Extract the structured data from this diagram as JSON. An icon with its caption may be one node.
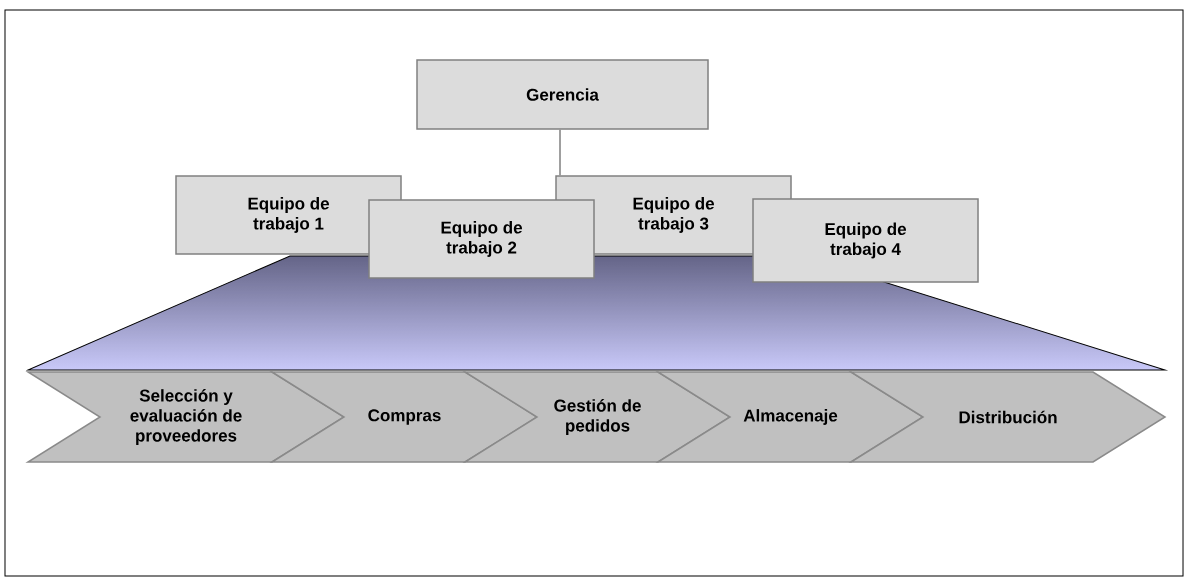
{
  "diagram": {
    "nodes": [
      {
        "text": [
          "Gerencia"
        ]
      },
      {
        "text": [
          "Equipo de trabajo 1"
        ]
      },
      {
        "text": [
          "Equipo de trabajo 2"
        ]
      },
      {
        "text": [
          "Equipo de trabajo 3"
        ]
      },
      {
        "text": [
          "Equipo de trabajo 4"
        ]
      },
      {
        "text": [
          "Selección y evaluación de proveedores"
        ]
      },
      {
        "text": [
          "Compras"
        ]
      },
      {
        "text": [
          "Gestión de pedidos"
        ]
      },
      {
        "text": [
          "Almacenaje"
        ]
      },
      {
        "text": [
          "Distribución"
        ]
      }
    ],
    "edges": [
      {
        "from": 0,
        "to": 3,
        "arrow": "none"
      }
    ]
  }
}
